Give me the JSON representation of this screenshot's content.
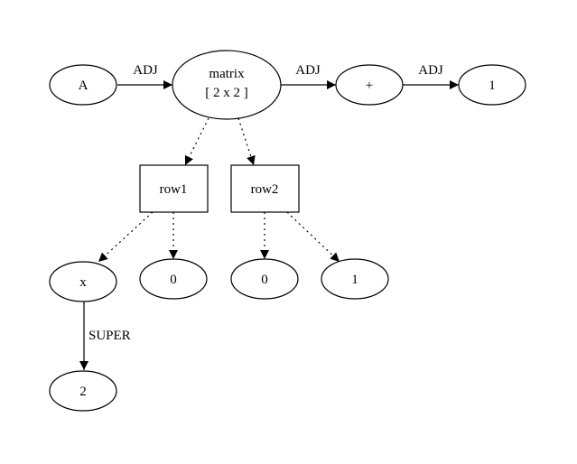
{
  "nodes": {
    "A": "A",
    "matrix_line1": "matrix",
    "matrix_line2": "[ 2 x 2 ]",
    "plus": "+",
    "one_top": "1",
    "row1": "row1",
    "row2": "row2",
    "x": "x",
    "zero_left": "0",
    "zero_right": "0",
    "one_bottom": "1",
    "two": "2"
  },
  "edges": {
    "a_to_matrix": "ADJ",
    "matrix_to_plus": "ADJ",
    "plus_to_one": "ADJ",
    "x_to_two": "SUPER"
  }
}
